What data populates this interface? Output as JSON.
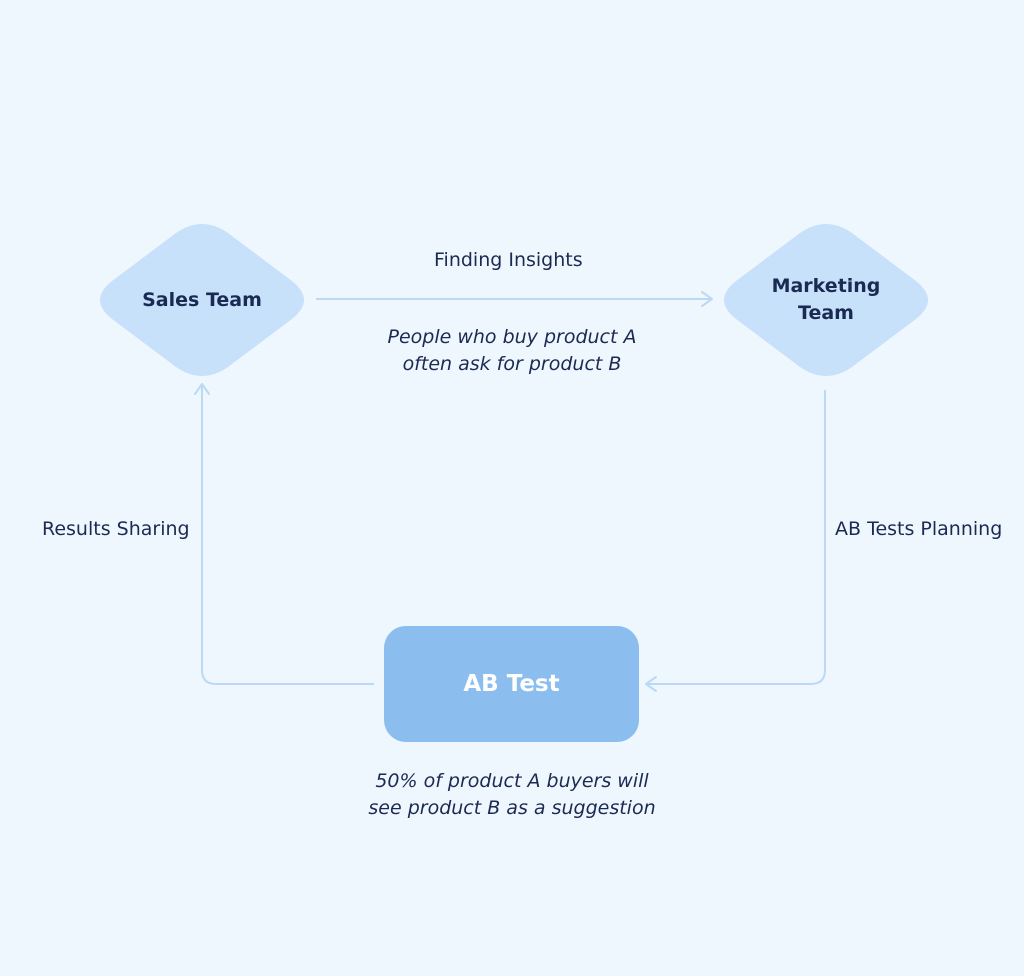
{
  "nodes": {
    "sales_team": "Sales Team",
    "marketing_team": "Marketing Team",
    "ab_test": "AB Test"
  },
  "edges": {
    "finding_insights": "Finding Insights",
    "ab_tests_planning": "AB Tests Planning",
    "results_sharing": "Results Sharing"
  },
  "notes": {
    "insight_line1": "People who buy product A",
    "insight_line2": "often ask for product B",
    "test_line1": "50% of product A buyers will",
    "test_line2": "see product B as a suggestion"
  },
  "colors": {
    "background": "#eff7fe",
    "decision_node": "#c7e1fa",
    "process_node": "#8bbdee",
    "connector": "#bcd9f4",
    "text": "#1b2a52"
  }
}
